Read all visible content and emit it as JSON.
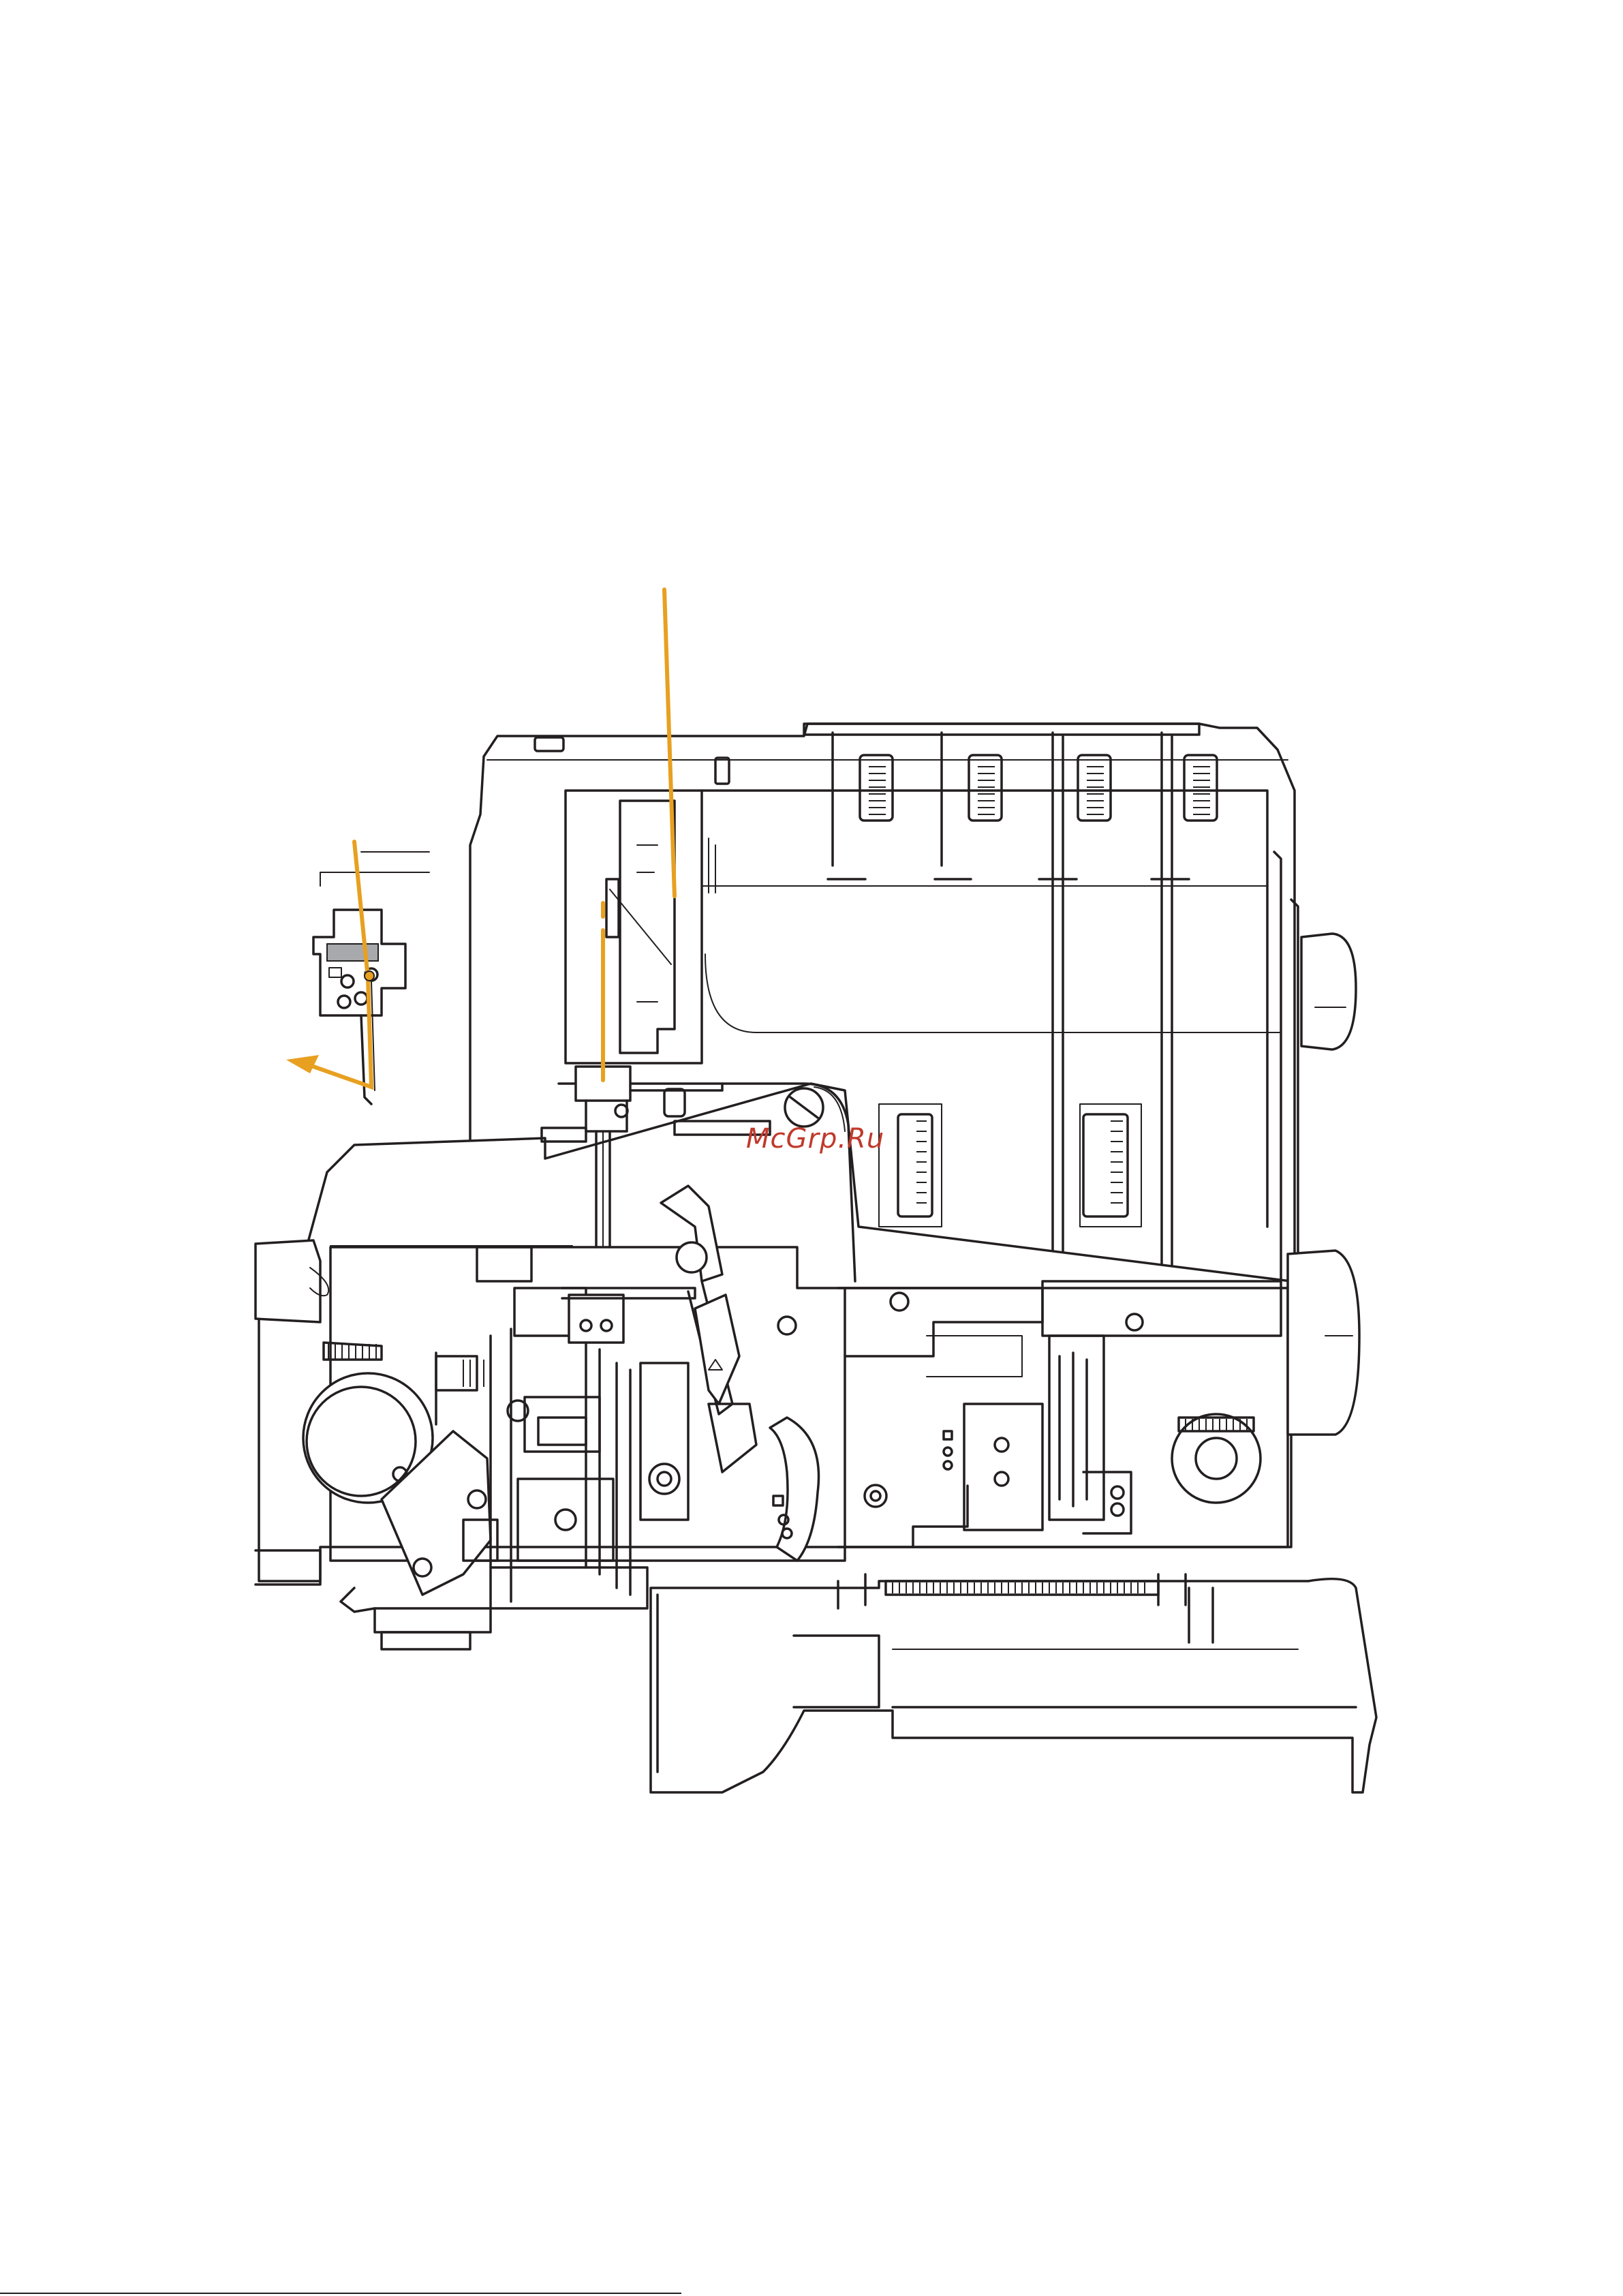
{
  "watermark": {
    "text": "McGrp.Ru",
    "color": "#c0392b"
  },
  "colors": {
    "line": "#231f20",
    "thread": "#e8a020",
    "background": "#ffffff"
  },
  "illustration": {
    "subject": "overlock-serger-threading-diagram",
    "threads_highlighted": 3
  }
}
